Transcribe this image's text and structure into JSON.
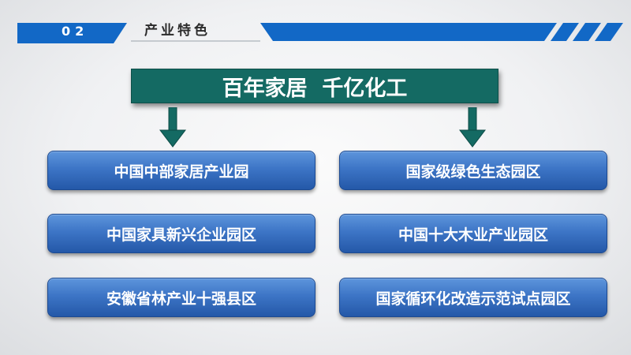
{
  "header": {
    "section_number": "02",
    "section_title": "产业特色",
    "accent_color": "#1268c6"
  },
  "banner": {
    "title": "百年家居  千亿化工",
    "color": "#146a63"
  },
  "arrows": {
    "color": "#146a63"
  },
  "left_column": {
    "items": [
      {
        "label": "中国中部家居产业园"
      },
      {
        "label": "中国家具新兴企业园区"
      },
      {
        "label": "安徽省林产业十强县区"
      }
    ]
  },
  "right_column": {
    "items": [
      {
        "label": "国家级绿色生态园区"
      },
      {
        "label": "中国十大木业产业园区"
      },
      {
        "label": "国家循环化改造示范试点园区"
      }
    ]
  }
}
